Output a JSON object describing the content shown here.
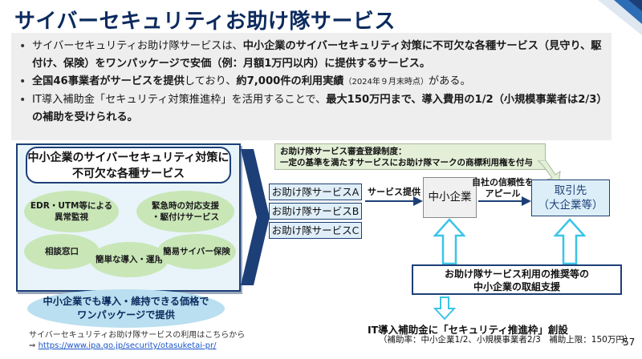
{
  "title": "サイバーセキュリティお助け隊サービス",
  "bullets": {
    "b1_p1": "サイバーセキュリティお助け隊サービスは、",
    "b1_p2": "中小企業のサイバーセキュリティ対策に不可欠な各種サービス（見守り、駆付け、保険）をワンパッケージで安価（例：月額1万円以内）に提供するサービス。",
    "b2_p1": "全国46事業者がサービスを提供",
    "b2_p2": "しており、",
    "b2_p3": "約7,000件の利用実績",
    "b2_p4": "（2024年９月末時点）",
    "b2_p5": "がある。",
    "b3_p1": "IT導入補助金「セキュリティ対策推進枠」を活用することで、",
    "b3_p2": "最大150万円まで、導入費用の1/2（小規模事業者は2/3）の補助を受けられる。"
  },
  "left_panel": {
    "heading": "中小企業のサイバーセキュリティ対策に\n不可欠な各種サービス",
    "blobs": {
      "edr": "EDR・UTM等による\n異常監視",
      "emergency": "緊急時の対応支援\n・駆付けサービス",
      "consult": "相談窓口",
      "easy": "簡単な導入・運用",
      "insurance": "簡易サイバー保険"
    },
    "oval": "中小企業でも導入・維持できる価格で\nワンパッケージで提供"
  },
  "footer": {
    "text": "サイバーセキュリティお助け隊サービスの利用はこちらから",
    "arrow": "⇒",
    "url": "https://www.ipa.go.jp/security/otasuketai-pr/"
  },
  "diagram": {
    "registration": "お助け隊サービス審査登録制度：\n一定の基準を満たすサービスにお助け隊マークの商標利用権を付与",
    "services": [
      "お助け隊サービスA",
      "お助け隊サービスB",
      "お助け隊サービスC"
    ],
    "provide_label": "サービス提供",
    "sme": "中小企業",
    "appeal_label": "自社の信頼性を\nアピール",
    "partner": "取引先\n（大企業等）",
    "support": "お助け隊サービス利用の推奨等の\n中小企業の取組支援",
    "it_title": "IT導入補助金に「セキュリティ推進枠」創設",
    "it_note": "（補助率：中小企業1/2、小規模事業者2/3　補助上限：150万円）"
  },
  "page_number": "57"
}
